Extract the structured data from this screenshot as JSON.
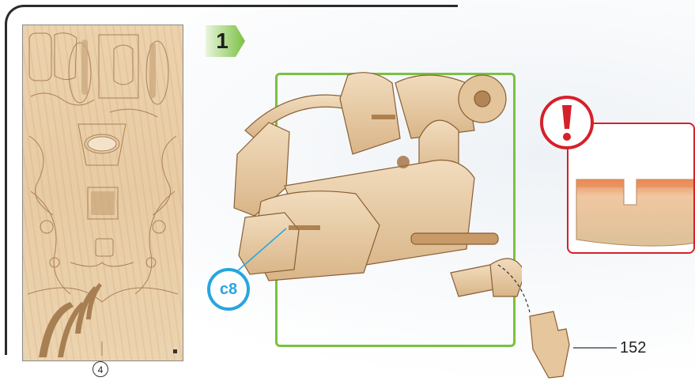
{
  "step": {
    "number": "1"
  },
  "sheet": {
    "number": "4"
  },
  "callouts": {
    "detail_label": "c8",
    "part_label": "152"
  },
  "colors": {
    "step_badge": "#7ac142",
    "assembly_frame": "#7ac142",
    "callout_blue": "#27a6de",
    "warning_red": "#d6202a",
    "wood": "#e8cba3"
  },
  "icons": {
    "warning": "exclamation-icon",
    "step": "step-arrow-icon"
  }
}
